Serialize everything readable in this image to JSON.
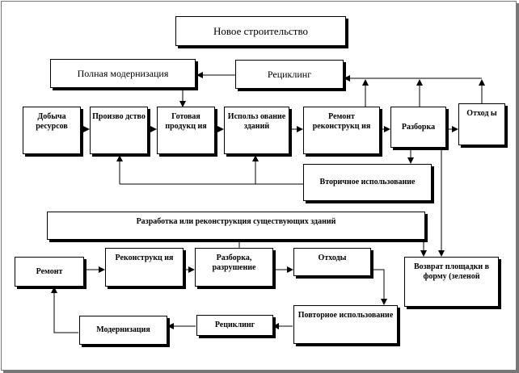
{
  "title": "Новое строительство",
  "upper_row": {
    "full_modernization": "Полная модернизация",
    "recycling": "Рециклинг"
  },
  "main_chain": [
    {
      "key": "resources",
      "label": "Добыча ресурсов"
    },
    {
      "key": "production",
      "label": "Произво дство"
    },
    {
      "key": "product",
      "label": "Готовая продукц ия"
    },
    {
      "key": "use",
      "label": "Использ ование зданий"
    },
    {
      "key": "repair",
      "label": "Ремонт реконструкц ия"
    },
    {
      "key": "disassembly",
      "label": "Разборка"
    },
    {
      "key": "waste",
      "label": "Отход ы"
    }
  ],
  "secondary_use": "Вторичное использование",
  "section_title": "Разработка или реконструкция существующих зданий",
  "lower_row": {
    "repair": "Ремонт",
    "reconstruction": "Реконструкц ия",
    "disassembly": "Разборка, разрушение",
    "waste": "Отходы",
    "return_site": "Возврат площадки в форму (зеленой",
    "reuse": "Повторное использование",
    "recycling": "Рециклинг",
    "modernization": "Модернизация"
  }
}
